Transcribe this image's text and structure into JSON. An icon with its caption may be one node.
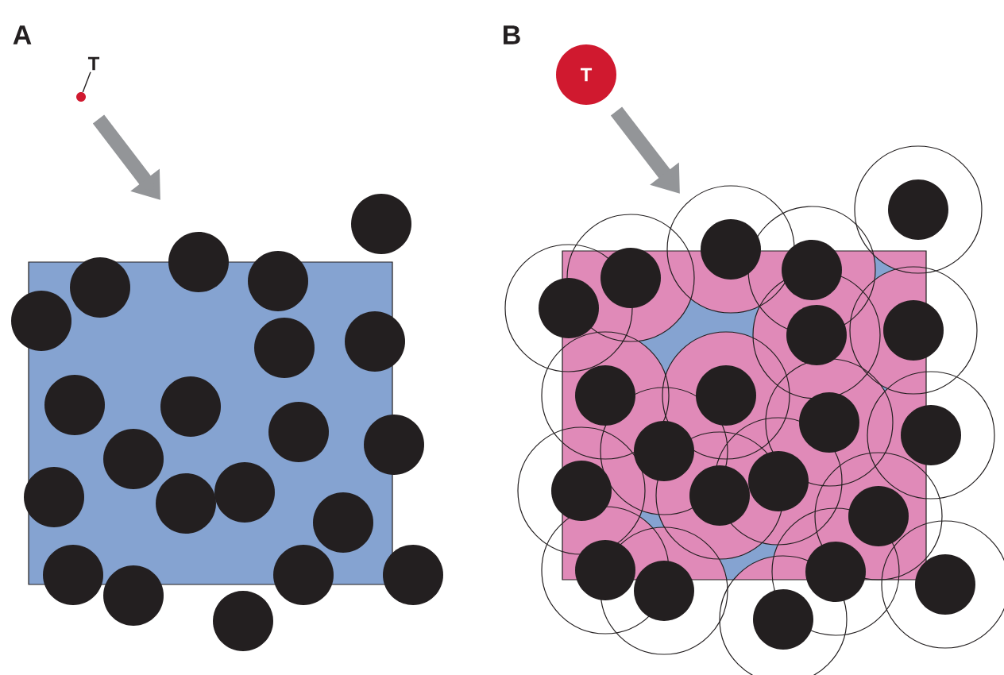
{
  "diagram": {
    "nodes": [
      {
        "text": [
          "T"
        ]
      },
      {
        "text": [],
        "shape": "circle"
      },
      {
        "text": [
          "T"
        ]
      }
    ],
    "edges": [
      {
        "from": 0,
        "to": 1,
        "arrow": "none"
      }
    ],
    "labels": [
      "A",
      "B"
    ]
  }
}
